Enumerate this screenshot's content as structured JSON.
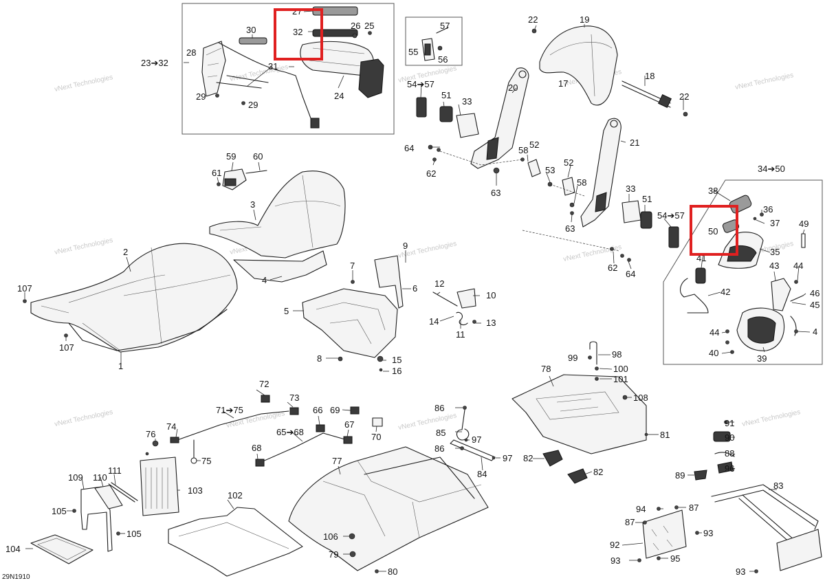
{
  "diagram_code": "29N1910",
  "watermark": "vNext Technologies",
  "callouts": {
    "c1": "1",
    "c2": "2",
    "c3": "3",
    "c4": "4",
    "c4b": "4",
    "c5": "5",
    "c6": "6",
    "c7": "7",
    "c8": "8",
    "c9": "9",
    "c10": "10",
    "c11": "11",
    "c12": "12",
    "c13": "13",
    "c14": "14",
    "c15": "15",
    "c16": "16",
    "c17": "17",
    "c18": "18",
    "c19": "19",
    "c20": "20",
    "c21": "21",
    "c22a": "22",
    "c22b": "22",
    "c23": "23➔32",
    "c24": "24",
    "c25": "25",
    "c26": "26",
    "c27": "27",
    "c28": "28",
    "c29a": "29",
    "c29b": "29",
    "c30": "30",
    "c31": "31",
    "c32": "32",
    "c33a": "33",
    "c33b": "33",
    "c34": "34➔50",
    "c35": "35",
    "c36": "36",
    "c37": "37",
    "c38": "38",
    "c39": "39",
    "c40": "40",
    "c41": "41",
    "c42": "42",
    "c43": "43",
    "c44a": "44",
    "c44b": "44",
    "c45": "45",
    "c46": "46",
    "c49": "49",
    "c50": "50",
    "c51a": "51",
    "c51b": "51",
    "c52a": "52",
    "c52b": "52",
    "c53": "53",
    "c54a": "54➔57",
    "c54b": "54➔57",
    "c55": "55",
    "c56": "56",
    "c57": "57",
    "c58a": "58",
    "c58b": "58",
    "c59": "59",
    "c60": "60",
    "c61": "61",
    "c62a": "62",
    "c62b": "62",
    "c63a": "63",
    "c63b": "63",
    "c64a": "64",
    "c64b": "64",
    "c65": "65➔68",
    "c66": "66",
    "c67": "67",
    "c68": "68",
    "c69": "69",
    "c70": "70",
    "c71": "71➔75",
    "c72": "72",
    "c73": "73",
    "c74": "74",
    "c75": "75",
    "c76": "76",
    "c77": "77",
    "c78": "78",
    "c79": "79",
    "c80": "80",
    "c81": "81",
    "c82a": "82",
    "c82b": "82",
    "c83": "83",
    "c84": "84",
    "c85": "85",
    "c86a": "86",
    "c86b": "86",
    "c87a": "87",
    "c87b": "87",
    "c88": "88",
    "c89": "89",
    "c90": "90",
    "c91": "91",
    "c92": "92",
    "c93a": "93",
    "c93b": "93",
    "c93c": "93",
    "c94": "94",
    "c95": "95",
    "c96": "96",
    "c97a": "97",
    "c97b": "97",
    "c98": "98",
    "c99": "99",
    "c100": "100",
    "c101": "101",
    "c102": "102",
    "c103": "103",
    "c104": "104",
    "c105a": "105",
    "c105b": "105",
    "c106": "106",
    "c107a": "107",
    "c107b": "107",
    "c108": "108",
    "c109": "109",
    "c110": "110",
    "c111": "111"
  },
  "highlight_color": "#e02020"
}
